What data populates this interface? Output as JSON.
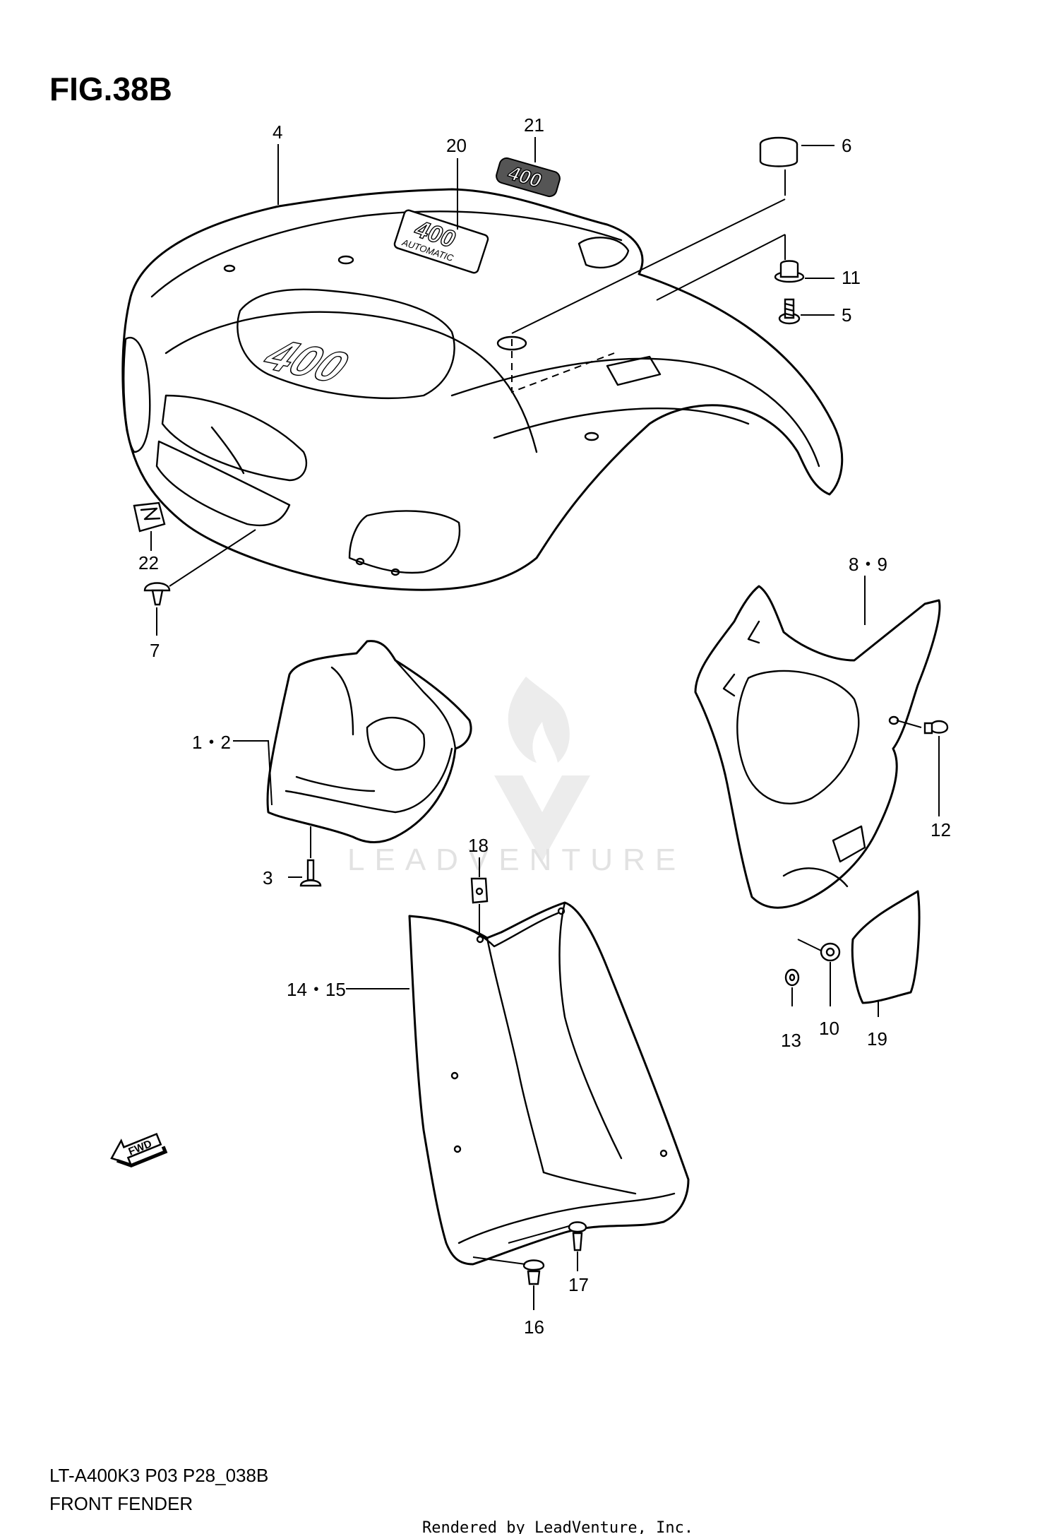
{
  "figure": {
    "title": "FIG.38B",
    "model_code": "LT-A400K3 P03 P28_038B",
    "caption": "FRONT FENDER"
  },
  "credit": "Rendered by LeadVenture, Inc.",
  "watermark": {
    "text": "LEADVENTURE",
    "color": "#e2e2e2"
  },
  "callouts": {
    "c4": "4",
    "c20": "20",
    "c21": "21",
    "c6": "6",
    "c11": "11",
    "c5": "5",
    "c22": "22",
    "c7": "7",
    "c8_9": "8・9",
    "c1_2": "1・2",
    "c12": "12",
    "c3": "3",
    "c18": "18",
    "c14_15": "14・15",
    "c13": "13",
    "c10": "10",
    "c19": "19",
    "c17": "17",
    "c16": "16"
  },
  "emblems": {
    "badge_21": "400",
    "badge_20_number": "400",
    "badge_20_word": "AUTOMATIC",
    "hood_number": "400",
    "fwd_arrow": "FWD"
  },
  "colors": {
    "line": "#000000",
    "background": "#ffffff"
  }
}
